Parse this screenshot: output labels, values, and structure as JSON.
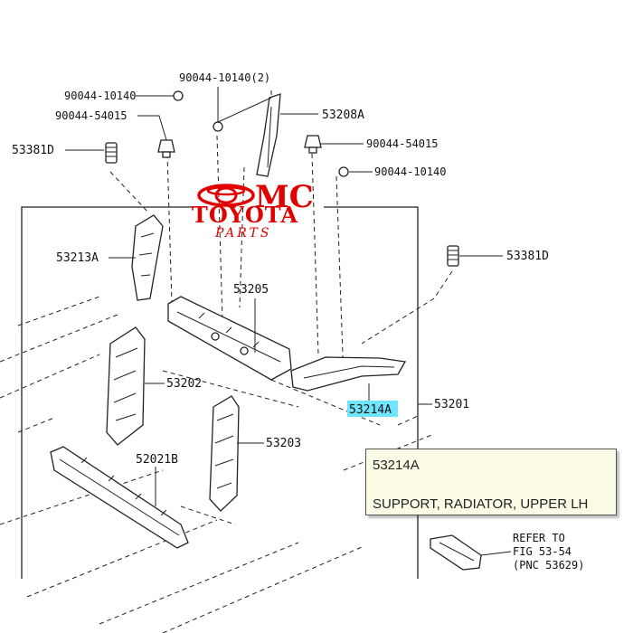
{
  "logo": {
    "top": "MC",
    "brand": "TOYOTA",
    "sub": "PARTS",
    "color": "#e00000"
  },
  "labels": {
    "p90044_10140_2": "90044-10140(2)",
    "p90044_10140_left": "90044-10140",
    "p90044_54015_left": "90044-54015",
    "p53381d_left": "53381D",
    "p53208a": "53208A",
    "p90044_54015_right": "90044-54015",
    "p90044_10140_right": "90044-10140",
    "p53381d_right": "53381D",
    "p53213a": "53213A",
    "p53205": "53205",
    "p53202": "53202",
    "p53214a": "53214A",
    "p53201": "53201",
    "p53203": "53203",
    "p52021b": "52021B",
    "refer1": "REFER TO",
    "refer2": "FIG 53-54",
    "refer3": "(PNC 53629)"
  },
  "highlight_color": "#6fe6ff",
  "tooltip": {
    "part_number": "53214A",
    "description": "SUPPORT, RADIATOR, UPPER LH"
  }
}
